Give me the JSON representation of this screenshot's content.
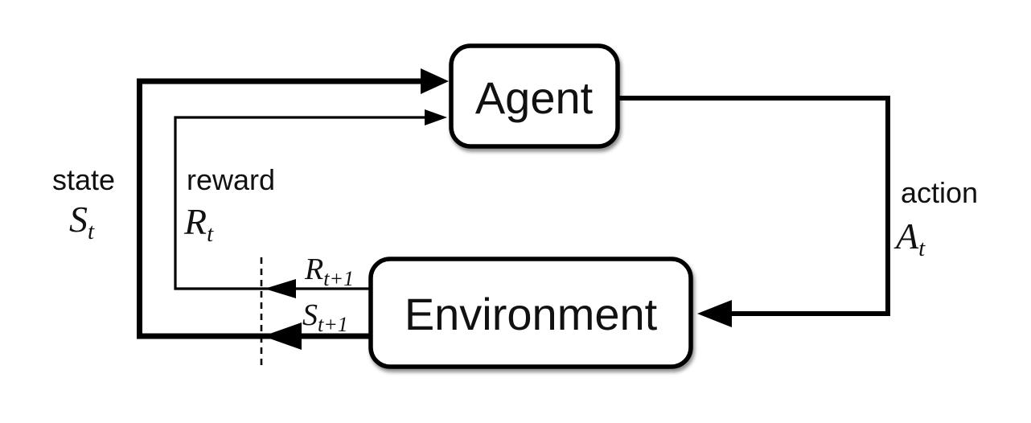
{
  "colors": {
    "line": "#000000",
    "box_fill": "#ffffff",
    "background": "#ffffff"
  },
  "nodes": {
    "agent": {
      "label": "Agent"
    },
    "environment": {
      "label": "Environment"
    }
  },
  "labels": {
    "state": {
      "word": "state",
      "symbol": "S",
      "subscript": "t"
    },
    "reward": {
      "word": "reward",
      "symbol": "R",
      "subscript": "t"
    },
    "action": {
      "word": "action",
      "symbol": "A",
      "subscript": "t"
    },
    "next_reward": {
      "symbol": "R",
      "subscript": "t+1"
    },
    "next_state": {
      "symbol": "S",
      "subscript": "t+1"
    }
  }
}
